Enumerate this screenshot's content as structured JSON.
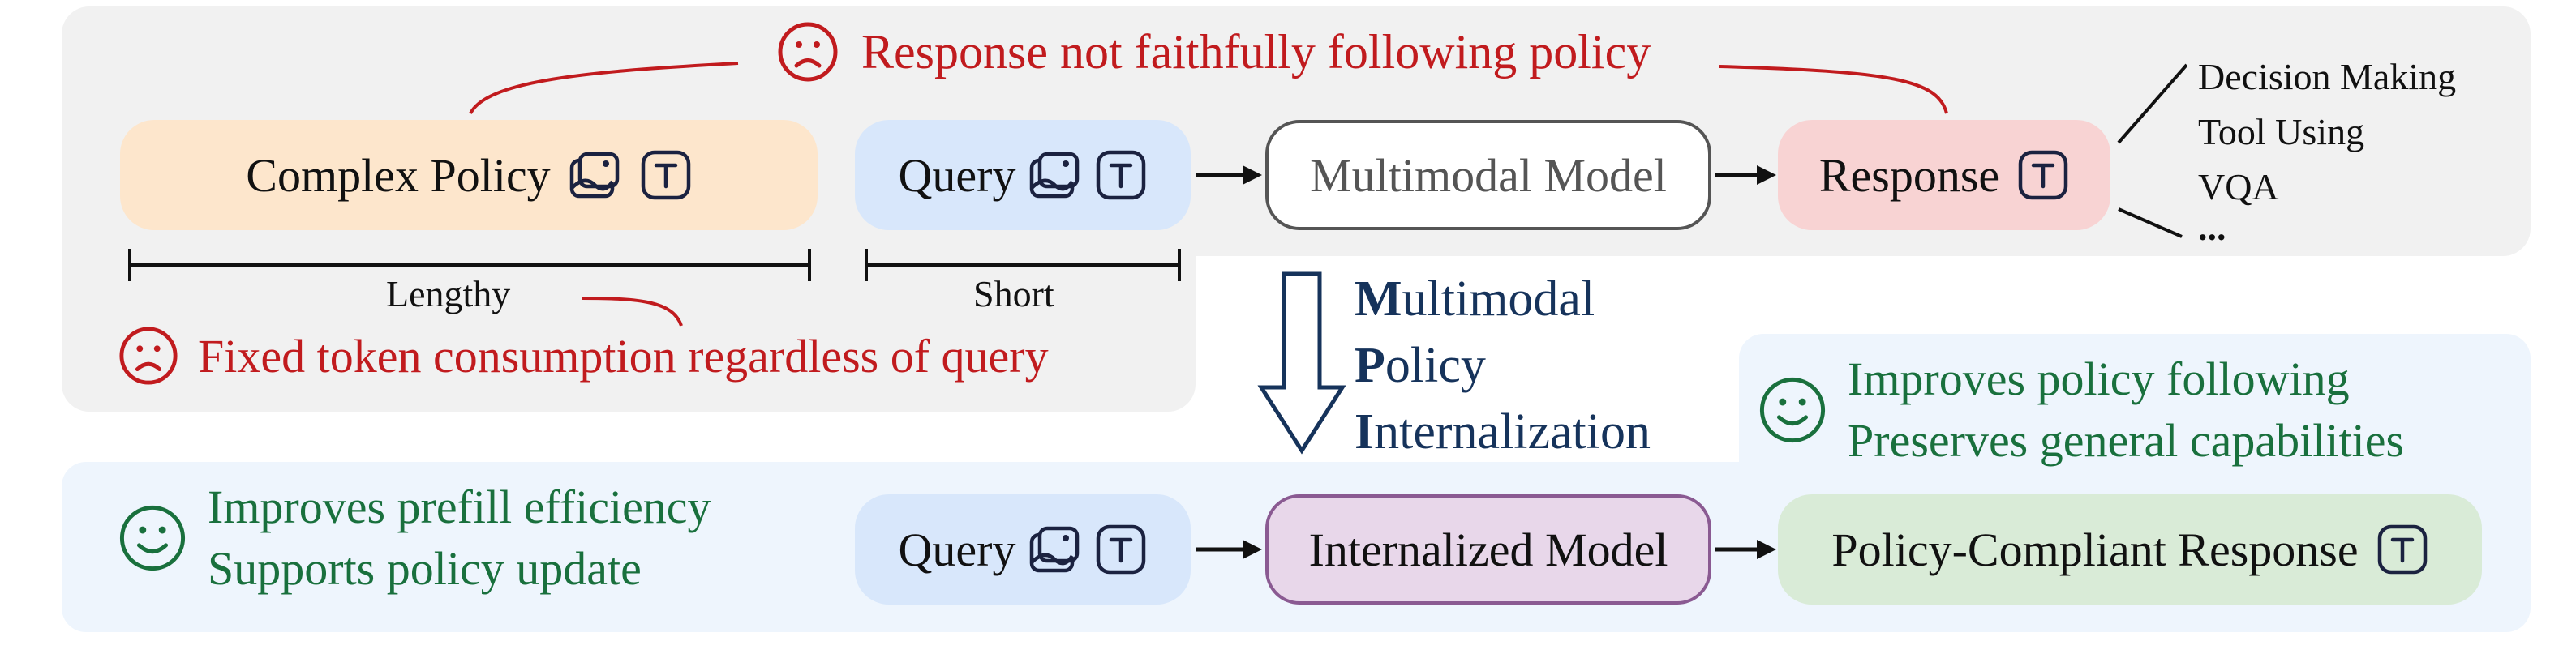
{
  "top": {
    "warning_response": "Response not faithfully following policy",
    "complex_policy": "Complex Policy",
    "query": "Query",
    "multimodal_model": "Multimodal Model",
    "response": "Response",
    "tasks": [
      "Decision Making",
      "Tool Using",
      "VQA",
      "..."
    ],
    "lengthy": "Lengthy",
    "short": "Short",
    "warning_token": "Fixed token consumption regardless of query"
  },
  "mpi": {
    "line1_initial": "M",
    "line1_rest": "ultimodal",
    "line2_initial": "P",
    "line2_rest": "olicy",
    "line3_initial": "I",
    "line3_rest": "nternalization"
  },
  "bottom": {
    "benefit_right_1": "Improves policy following",
    "benefit_right_2": "Preserves general capabilities",
    "benefit_left_1": "Improves prefill efficiency",
    "benefit_left_2": "Supports policy update",
    "query": "Query",
    "internalized_model": "Internalized Model",
    "compliant_response": "Policy-Compliant Response"
  },
  "colors": {
    "red": "#c11b1e",
    "green": "#19703d",
    "navy": "#16335b",
    "policy_box": "#fde6cc",
    "query_box": "#d8e7fb",
    "response_box": "#f8d3d3",
    "internalized_box": "#e8d7ea",
    "compliant_box": "#d9ebd7"
  },
  "icons": [
    "frown-face-icon",
    "smile-face-icon",
    "image-icon",
    "text-icon",
    "arrow-right-icon",
    "hollow-arrow-down-icon"
  ]
}
